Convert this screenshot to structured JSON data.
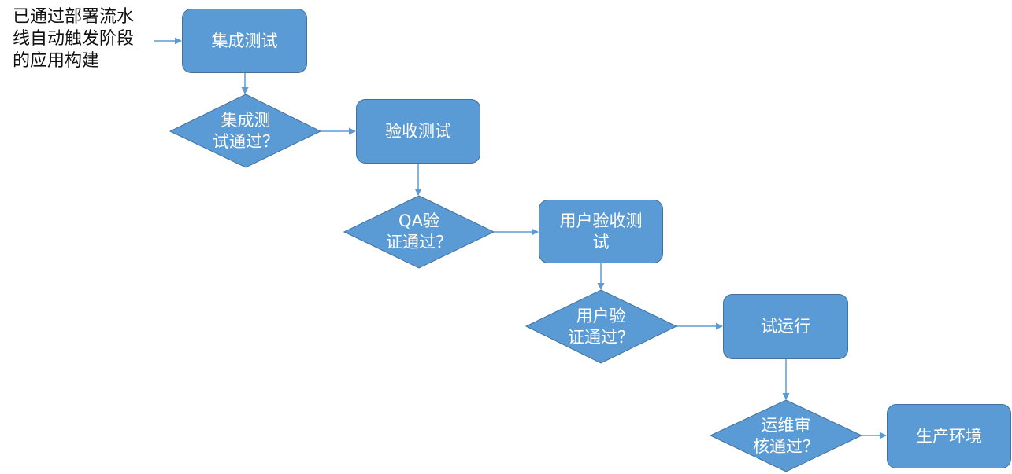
{
  "colors": {
    "shape_fill": "#5b9bd5",
    "shape_stroke": "#41719c",
    "connector": "#5b9bd5",
    "note_text": "#111111",
    "shape_text": "#ffffff"
  },
  "start_note": {
    "lines": [
      "已通过部署流水",
      "线自动触发阶段",
      "的应用构建"
    ]
  },
  "steps": {
    "integration_test": "集成测试",
    "acceptance_test": "验收测试",
    "uat_line1": "用户验收测",
    "uat_line2": "试",
    "trial_run": "试运行",
    "production": "生产环境"
  },
  "decisions": {
    "integration_passed": {
      "line1": "集成测",
      "line2": "试通过？"
    },
    "qa_passed": {
      "line1": "QA验",
      "line2": "证通过？"
    },
    "user_passed": {
      "line1": "用户验",
      "line2": "证通过？"
    },
    "ops_passed": {
      "line1": "运维审",
      "line2": "核通过？"
    }
  }
}
